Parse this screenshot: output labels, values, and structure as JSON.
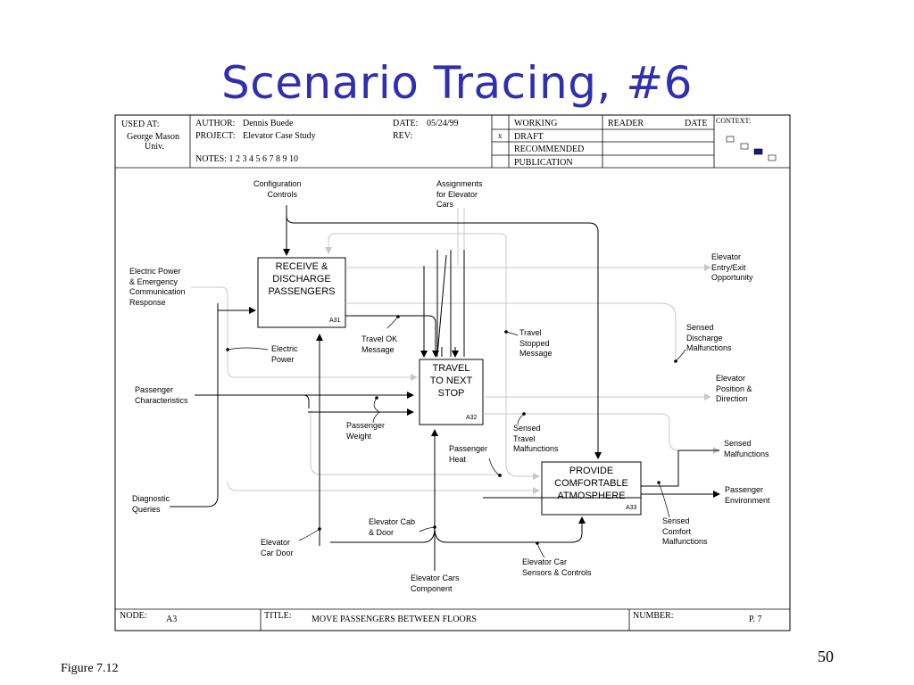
{
  "slide": {
    "title": "Scenario Tracing, #6",
    "figure_caption": "Figure 7.12",
    "page_number": "50"
  },
  "header": {
    "used_at_label": "USED AT:",
    "used_at_value_line1": "George Mason",
    "used_at_value_line2": "Univ.",
    "author_label": "AUTHOR:",
    "author_value": "Dennis Buede",
    "project_label": "PROJECT:",
    "project_value": "Elevator Case Study",
    "date_label": "DATE:",
    "date_value": "05/24/99",
    "rev_label": "REV:",
    "notes_text": "NOTES:  1  2  3  4  5  6  7  8  9  10",
    "status_mark": "x",
    "status_items": [
      "WORKING",
      "DRAFT",
      "RECOMMENDED",
      "PUBLICATION"
    ],
    "reader_label": "READER",
    "reader_date_label": "DATE",
    "context_label": "CONTEXT:"
  },
  "footer": {
    "node_label": "NODE:",
    "node_value": "A3",
    "title_label": "TITLE:",
    "title_value": "MOVE PASSENGERS BETWEEN FLOORS",
    "number_label": "NUMBER:",
    "page_value": "P.  7"
  },
  "boxes": [
    {
      "lines": [
        "RECEIVE &",
        "DISCHARGE",
        "PASSENGERS"
      ],
      "number": "A31"
    },
    {
      "lines": [
        "TRAVEL",
        "TO NEXT",
        "STOP"
      ],
      "number": "A32"
    },
    {
      "lines": [
        "PROVIDE",
        "COMFORTABLE",
        "ATMOSPHERE"
      ],
      "number": "A33"
    }
  ],
  "labels": {
    "configuration_controls": [
      "Configuration",
      "Controls"
    ],
    "assignments": [
      "Assignments",
      "for Elevator",
      "Cars"
    ],
    "elevator_entry_exit": [
      "Elevator",
      "Entry/Exit",
      "Opportunity"
    ],
    "electric_power_input": [
      "Electric Power",
      "& Emergency",
      "Communication",
      "Response"
    ],
    "travel_ok_message": [
      "Travel OK",
      "Message"
    ],
    "electric_power": [
      "Electric",
      "Power"
    ],
    "travel_stopped_message": [
      "Travel",
      "Stopped",
      "Message"
    ],
    "sensed_discharge_malfunctions": [
      "Sensed",
      "Discharge",
      "Malfunctions"
    ],
    "elevator_position": [
      "Elevator",
      "Position &",
      "Direction"
    ],
    "passenger_characteristics": [
      "Passenger",
      "Characteristics"
    ],
    "passenger_weight": [
      "Passenger",
      "Weight"
    ],
    "sensed_travel_malfunctions": [
      "Sensed",
      "Travel",
      "Malfunctions"
    ],
    "passenger_heat": [
      "Passenger",
      "Heat"
    ],
    "sensed_malfunctions": [
      "Sensed",
      "Malfunctions"
    ],
    "diagnostic_queries": [
      "Diagnostic",
      "Queries"
    ],
    "passenger_environment": [
      "Passenger",
      "Environment"
    ],
    "elevator_cab_door": [
      "Elevator Cab",
      "& Door"
    ],
    "sensed_comfort_malfunctions": [
      "Sensed",
      "Comfort",
      "Malfunctions"
    ],
    "elevator_car_door": [
      "Elevator",
      "Car Door"
    ],
    "elevator_car_sensors": [
      "Elevator Car",
      "Sensors & Controls"
    ],
    "elevator_cars_component": [
      "Elevator Cars",
      "Component"
    ]
  },
  "colors": {
    "title": "#2f2fb0",
    "context_box_filled": "#1a1a80",
    "arrows": "#000000",
    "traced_arrows": "#bbbbbb"
  }
}
